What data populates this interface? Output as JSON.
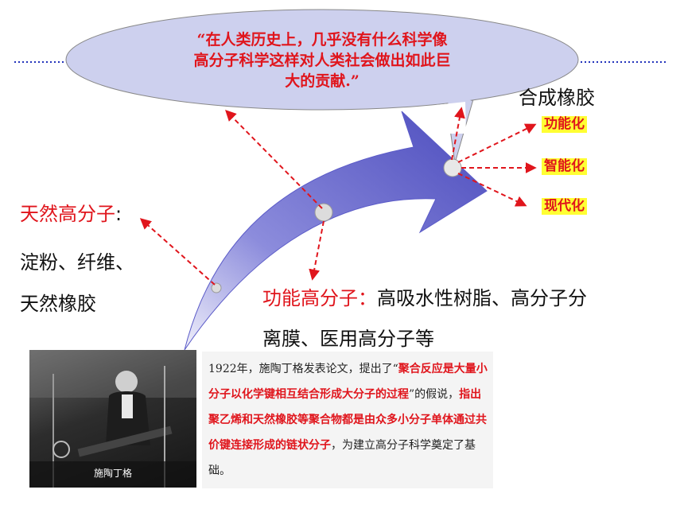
{
  "quote": {
    "line1": "“在人类历史上，几乎没有什么科学像",
    "line2": "高分子科学这样对人类社会做出如此巨",
    "line3": "大的贡献.”"
  },
  "branches": {
    "synthetic_partial": "合成橡胶",
    "natural_title": "天然高分子",
    "natural_colon": ":",
    "natural_line1": "淀粉、纤维、",
    "natural_line2": "天然橡胶",
    "functional_title": "功能高分子：",
    "functional_line1": "高吸水性树脂、高分子分",
    "functional_line2": "离膜、医用高分子等"
  },
  "trends": [
    "功能化",
    "智能化",
    "现代化"
  ],
  "photo": {
    "caption": "施陶丁格"
  },
  "paragraph": {
    "p1": "1922年，施陶丁格发表论文，提出了“",
    "h1": "聚合反应是大量小分子以化学键相互结合形成大分子的过程",
    "p2": "”的假说，",
    "h2": "指出聚乙烯和天然橡胶等聚合物都是由众多小分子单体通过共价键连接形成的链状分子",
    "p3": "，为建立高分子科学奠定了基础。"
  },
  "colors": {
    "arrow": "#5b5bc8",
    "bubble": "#cdd0ee",
    "accent_red": "#e0151c",
    "highlight": "#ffff33",
    "dotted_rule": "#2233bb"
  }
}
